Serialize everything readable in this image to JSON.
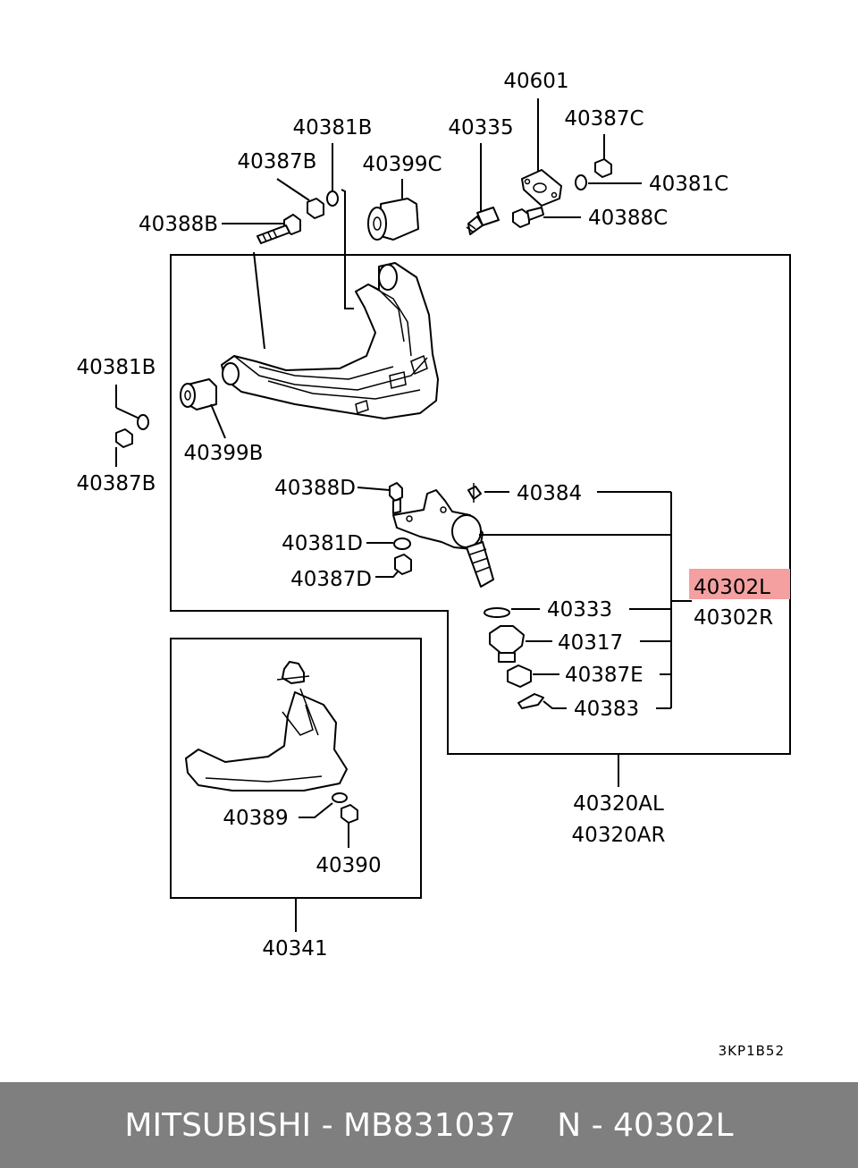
{
  "highlight_color": "#f4a0a0",
  "footer": {
    "brand_part": "MITSUBISHI - MB831037",
    "ref": "N - 40302L"
  },
  "diagram_code": "3KP1B52",
  "labels": {
    "p40601": "40601",
    "p40387C": "40387C",
    "p40381C": "40381C",
    "p40388C": "40388C",
    "p40335": "40335",
    "p40381B_top": "40381B",
    "p40399C": "40399C",
    "p40387B_top": "40387B",
    "p40388B": "40388B",
    "p40381B_left": "40381B",
    "p40387B_left": "40387B",
    "p40399B": "40399B",
    "p40388D": "40388D",
    "p40384": "40384",
    "p40381D": "40381D",
    "p40387D": "40387D",
    "p40302L": "40302L",
    "p40302R": "40302R",
    "p40333": "40333",
    "p40317": "40317",
    "p40387E": "40387E",
    "p40383": "40383",
    "p40320AL": "40320AL",
    "p40320AR": "40320AR",
    "p40389": "40389",
    "p40390": "40390",
    "p40341": "40341"
  }
}
